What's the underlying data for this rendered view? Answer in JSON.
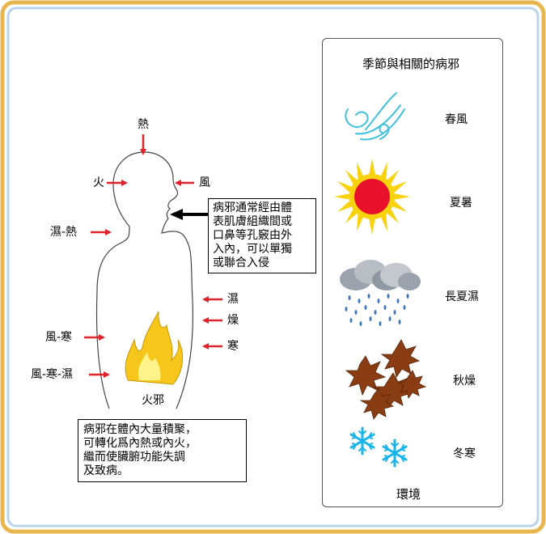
{
  "body_labels": {
    "heat": "熱",
    "fire": "火",
    "wind": "風",
    "damp_heat": "濕-熱",
    "damp": "濕",
    "dry": "燥",
    "cold": "寒",
    "wind_cold": "風-寒",
    "wind_cold_damp": "風-寒-濕",
    "inner_fire": "火邪"
  },
  "entry_box": {
    "lines": [
      "病邪通常經由體",
      "表肌膚組織間或",
      "口鼻等孔竅由外",
      "入內，可以單獨",
      "或聯合入侵"
    ]
  },
  "accumulation_box": {
    "lines": [
      "病邪在體內大量積聚，",
      "可轉化爲內熱或內火，",
      "繼而使臟腑功能失調",
      "及致病。"
    ]
  },
  "panel": {
    "title": "季節與相關的病邪",
    "footer": "環境",
    "seasons": [
      {
        "label": "春風",
        "icon": "wind-swirl-icon"
      },
      {
        "label": "夏暑",
        "icon": "sun-icon"
      },
      {
        "label": "長夏濕",
        "icon": "rain-cloud-icon"
      },
      {
        "label": "秋燥",
        "icon": "dry-leaves-icon"
      },
      {
        "label": "冬寒",
        "icon": "snowflake-icon"
      }
    ]
  },
  "colors": {
    "frame_outer": "#e8b64c",
    "frame_inner": "#b9d3ec",
    "arrow_red": "#e0232a",
    "sun_red": "#e8102b",
    "sun_yellow": "#f8d20c",
    "wind_blue": "#3ec0e0",
    "snow_blue": "#18b4ec",
    "leaf_brown": "#8a3d12",
    "flame_yellow": "#f6c61a"
  }
}
